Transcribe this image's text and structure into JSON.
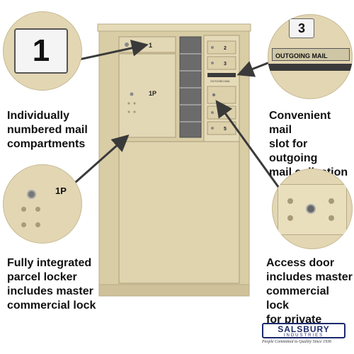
{
  "mailbox": {
    "door_numbers": [
      "1",
      "2",
      "3",
      "5"
    ],
    "parcel_label": "1P",
    "slot_label": "OUTGOING MAIL"
  },
  "callouts": {
    "compartment": {
      "number": "1",
      "caption": "Individually\nnumbered mail\ncompartments"
    },
    "outgoing": {
      "number": "3",
      "plate": "OUTGOING MAIL",
      "caption": "Convenient mail\nslot for outgoing\nmail collection"
    },
    "parcel": {
      "label": "1P",
      "caption": "Fully integrated\nparcel locker\nincludes master\ncommercial lock"
    },
    "access": {
      "caption": "Access door\nincludes master\ncommercial lock\nfor private access"
    }
  },
  "brand": {
    "name": "SALSBURY",
    "sub": "INDUSTRIES",
    "tagline": "People Committed to Quality Since 1936"
  },
  "colors": {
    "sandstone": "#ddd1ac",
    "arrow": "#3a3a3a",
    "brand_blue": "#1c2a6b"
  }
}
